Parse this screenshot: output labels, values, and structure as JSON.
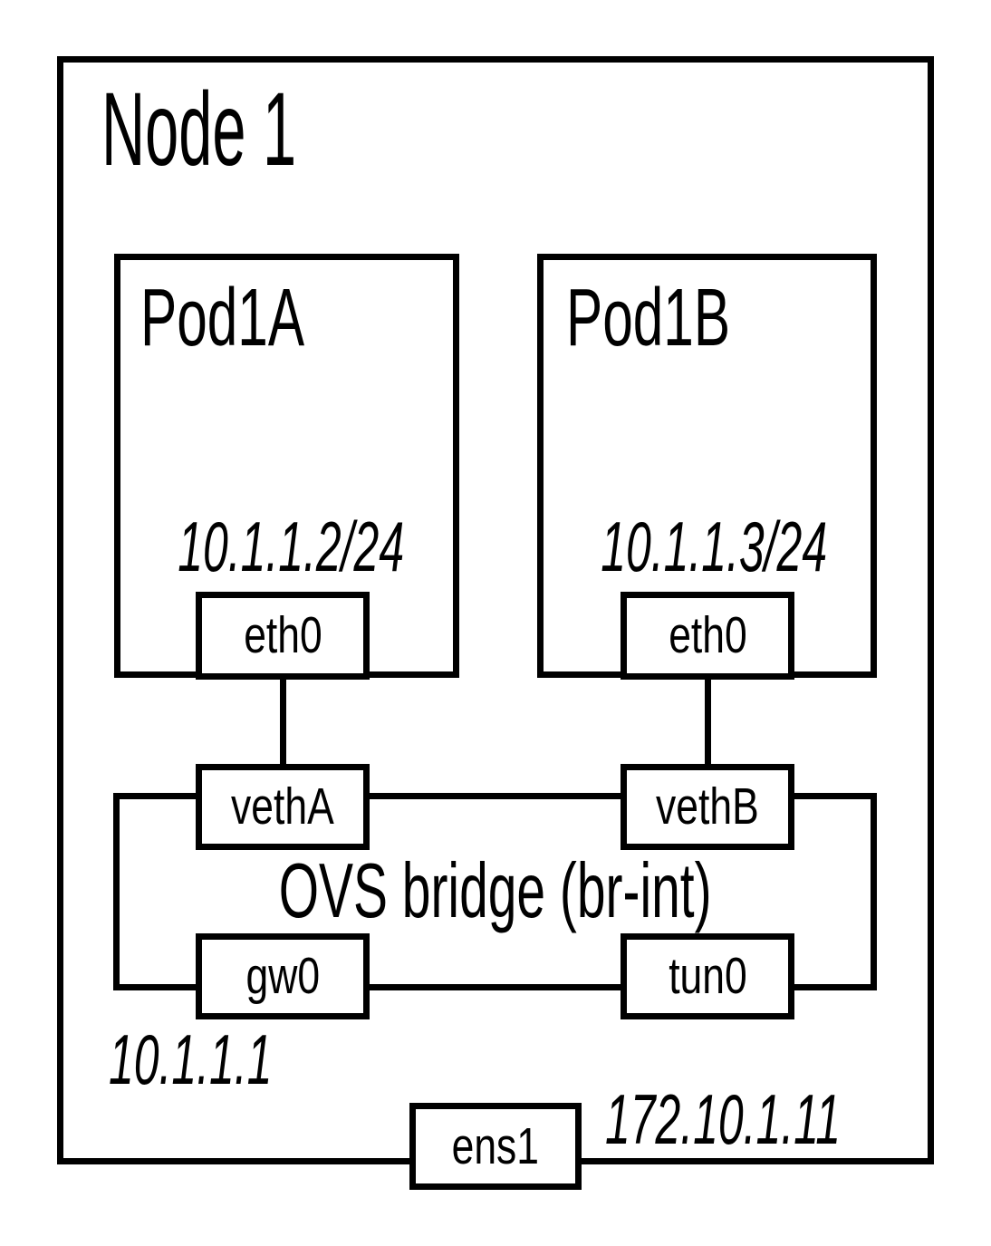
{
  "diagram": {
    "node": {
      "title": "Node 1",
      "gateway_ip": "10.1.1.1",
      "uplink": {
        "label": "ens1",
        "ip": "172.10.1.11"
      }
    },
    "pods": [
      {
        "title": "Pod1A",
        "ip": "10.1.1.2/24",
        "interface": "eth0"
      },
      {
        "title": "Pod1B",
        "ip": "10.1.1.3/24",
        "interface": "eth0"
      }
    ],
    "bridge": {
      "title": "OVS bridge (br-int)",
      "ports": [
        {
          "label": "vethA"
        },
        {
          "label": "vethB"
        },
        {
          "label": "gw0"
        },
        {
          "label": "tun0"
        }
      ]
    },
    "colors": {
      "stroke": "#000000",
      "background": "#ffffff"
    }
  }
}
